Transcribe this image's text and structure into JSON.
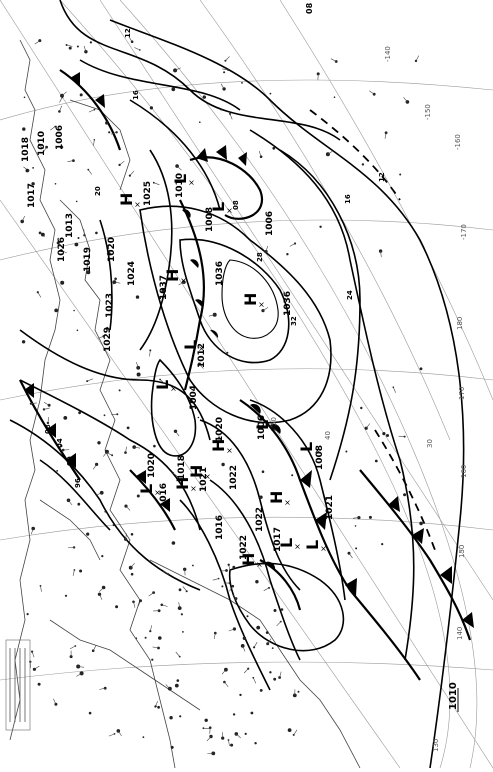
{
  "map": {
    "isobar_labels": [
      "1018",
      "1010",
      "1006",
      "1017",
      "1026",
      "1013",
      "1019",
      "1020",
      "1024",
      "1023",
      "1025",
      "1029",
      "1010",
      "1008",
      "1006",
      "1036",
      "1037",
      "1036",
      "1012",
      "1004",
      "1020",
      "1006",
      "1008",
      "1021",
      "1022",
      "1018",
      "1020",
      "1016",
      "1022",
      "1021",
      "1016",
      "1017",
      "1022",
      "1010"
    ],
    "small_labels": [
      "12",
      "16",
      "20",
      "24",
      "28",
      "32",
      "08",
      "04",
      "00",
      "96",
      "08",
      "12",
      "16"
    ],
    "pressure_centers": [
      {
        "symbol": "H",
        "value": "1025"
      },
      {
        "symbol": "L",
        "value": "1010"
      },
      {
        "symbol": "L",
        "value": "1008"
      },
      {
        "symbol": "H",
        "value": "1036"
      },
      {
        "symbol": "H",
        "value": "1037"
      },
      {
        "symbol": "L",
        "value": "1004"
      },
      {
        "symbol": "L",
        "value": "1012"
      },
      {
        "symbol": "H",
        "value": "1020"
      },
      {
        "symbol": "L",
        "value": "1006"
      },
      {
        "symbol": "L",
        "value": "1008"
      },
      {
        "symbol": "H",
        "value": "1022"
      },
      {
        "symbol": "H",
        "value": "1018"
      },
      {
        "symbol": "L",
        "value": "1020"
      },
      {
        "symbol": "H",
        "value": "1022"
      },
      {
        "symbol": "L",
        "value": "1017"
      },
      {
        "symbol": "H",
        "value": "1021"
      },
      {
        "symbol": "L",
        "value": "1016"
      }
    ],
    "grid_labels": [
      "180",
      "170",
      "160",
      "150",
      "140",
      "130",
      "-140",
      "-150",
      "-160",
      "-170",
      "30",
      "40",
      "50"
    ],
    "corner_label": "1010",
    "corner_top": "08"
  },
  "colors": {
    "ink": "#000000",
    "grid": "#9a9a9a",
    "coast": "#444444",
    "background": "#ffffff"
  }
}
